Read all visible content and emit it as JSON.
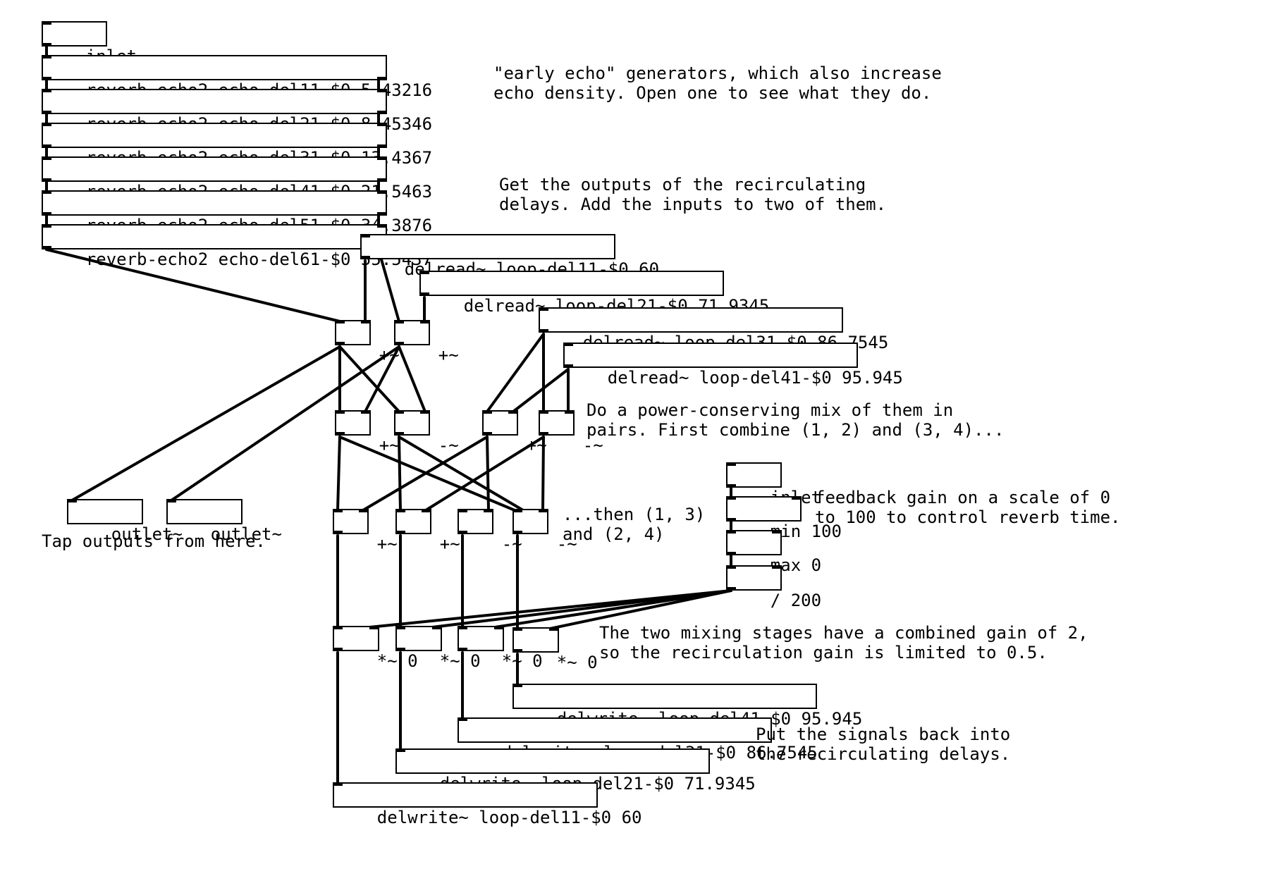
{
  "window": {
    "background": "#ffffff",
    "ink": "#000000"
  },
  "objects": {
    "inlet_sig": "inlet~",
    "echo1": "reverb-echo2 echo-del11-$0 5.43216",
    "echo2": "reverb-echo2 echo-del21-$0 8.45346",
    "echo3": "reverb-echo2 echo-del31-$0 13.4367",
    "echo4": "reverb-echo2 echo-del41-$0 21.5463",
    "echo5": "reverb-echo2 echo-del51-$0 34.3876",
    "echo6": "reverb-echo2 echo-del61-$0 55.5437",
    "delread1": "delread~ loop-del11-$0 60",
    "delread2": "delread~ loop-del21-$0 71.9345",
    "delread3": "delread~ loop-del31-$0 86.7545",
    "delread4": "delread~ loop-del41-$0 95.945",
    "add_a": "+~",
    "add_b": "+~",
    "mix1_add1": "+~",
    "mix1_sub1": "-~",
    "mix1_add2": "+~",
    "mix1_sub2": "-~",
    "mix2_add1": "+~",
    "mix2_add2": "+~",
    "mix2_sub1": "-~",
    "mix2_sub2": "-~",
    "outlet1": "outlet~",
    "outlet2": "outlet~",
    "inlet_ctl": "inlet",
    "min": "min 100",
    "max": "max 0",
    "div": "/ 200",
    "mul1": "*~ 0",
    "mul2": "*~ 0",
    "mul3": "*~ 0",
    "mul4": "*~ 0",
    "delwrite4": "delwrite~ loop-del41-$0 95.945",
    "delwrite3": "delwrite~ loop-del31-$0 86.7545",
    "delwrite2": "delwrite~ loop-del21-$0 71.9345",
    "delwrite1": "delwrite~ loop-del11-$0 60"
  },
  "comments": {
    "early_echo": "\"early echo\" generators, which also increase\necho density. Open one to see what they do.",
    "get_outputs": "Get the outputs of the recirculating\ndelays. Add the inputs to two of them.",
    "power_mix": "Do a power-conserving mix of them in\npairs. First combine (1, 2) and (3, 4)...",
    "then_mix": "...then (1, 3)\nand (2, 4)",
    "tap": "Tap outputs from here.",
    "feedback": "feedback gain on a scale of 0\nto 100 to control reverb time.",
    "mixing_gain": "The two mixing stages have a combined gain of 2,\nso the recirculation gain is limited to 0.5.",
    "put_back": "Put the signals back into\nthe recirculating delays."
  }
}
